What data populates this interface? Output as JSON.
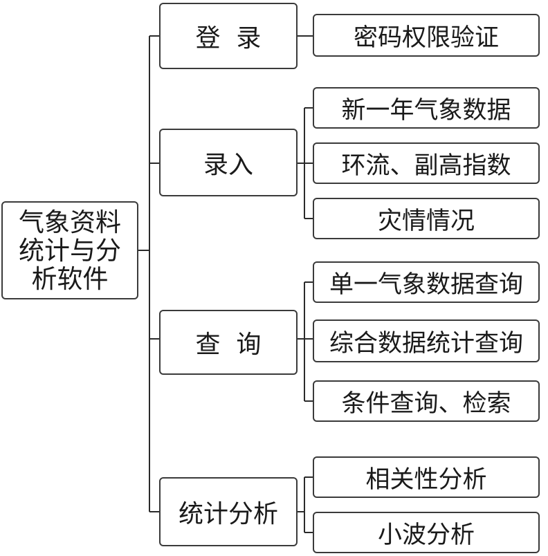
{
  "root": {
    "label": "气象资料统计与分析软件"
  },
  "modules": [
    {
      "label": "登  录",
      "children": [
        {
          "label": "密码权限验证"
        }
      ]
    },
    {
      "label": "录入",
      "children": [
        {
          "label": "新一年气象数据"
        },
        {
          "label": "环流、副高指数"
        },
        {
          "label": "灾情情况"
        }
      ]
    },
    {
      "label": "查  询",
      "children": [
        {
          "label": "单一气象数据查询"
        },
        {
          "label": "综合数据统计查询"
        },
        {
          "label": "条件查询、检索"
        }
      ]
    },
    {
      "label": "统计分析",
      "children": [
        {
          "label": "相关性分析"
        },
        {
          "label": "小波分析"
        }
      ]
    }
  ],
  "colors": {
    "line": "#2a2a2a",
    "box_border": "#3a3a3a",
    "text": "#1a1a1a"
  }
}
